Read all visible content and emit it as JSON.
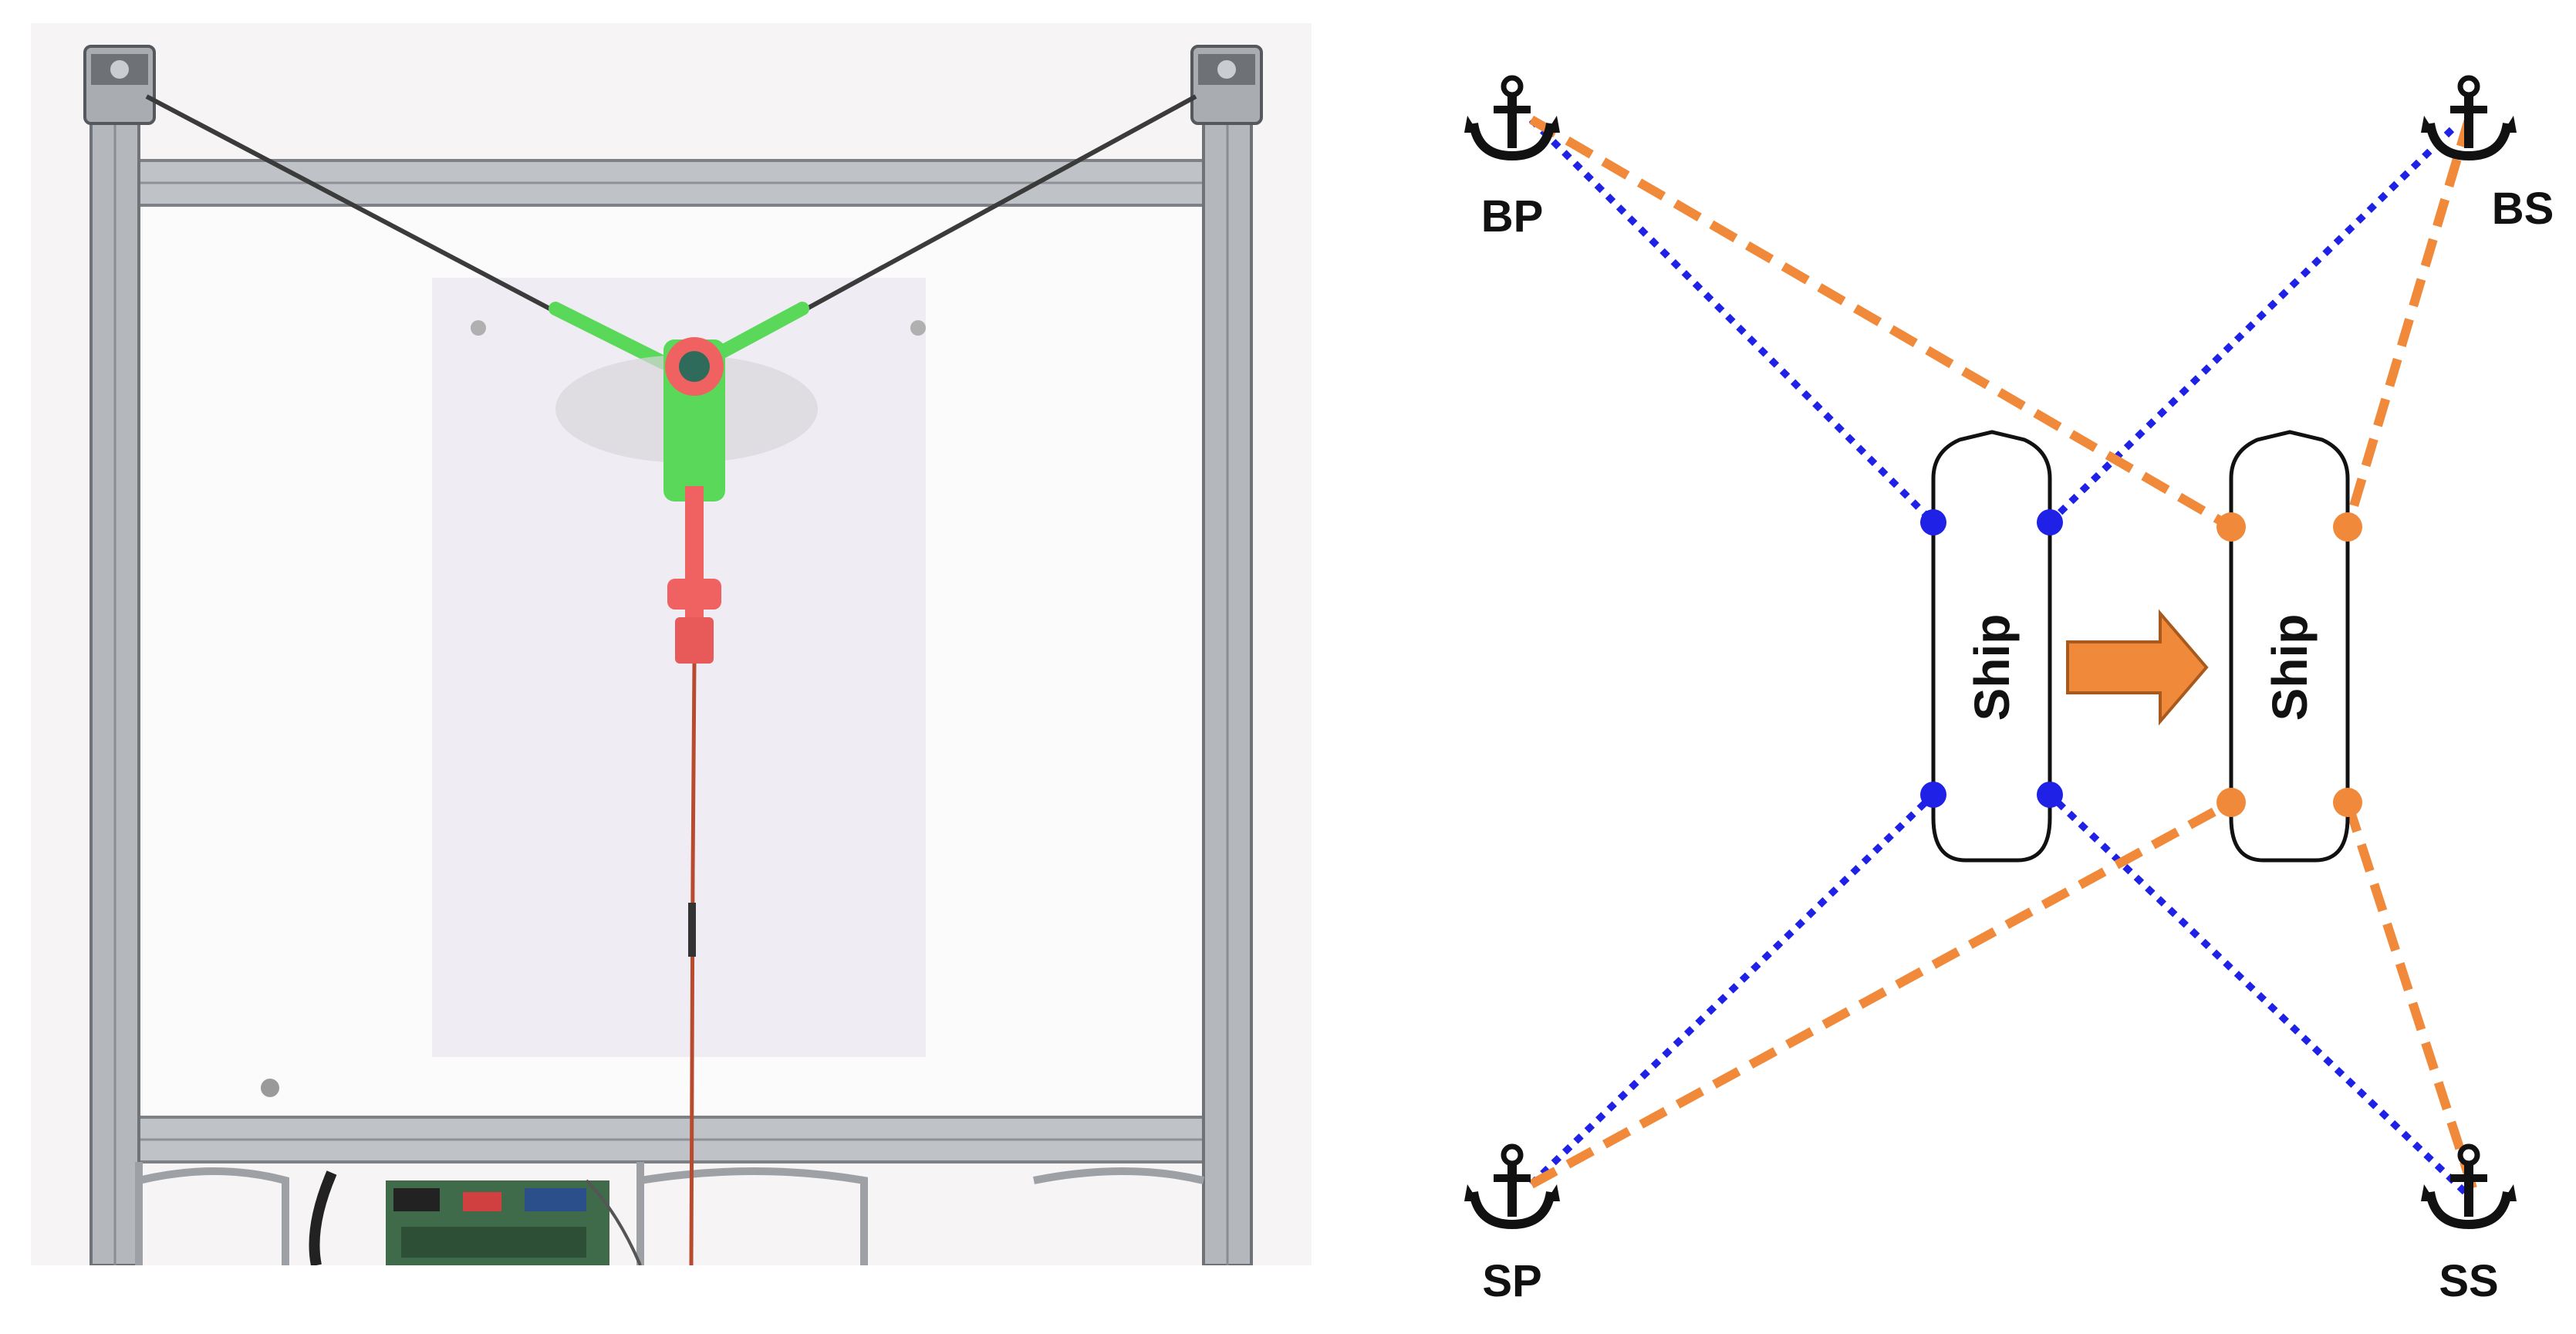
{
  "photo": {
    "description_icon": "cable-robot-photo-icon",
    "colors": {
      "wall": "#f6f4f5",
      "frame": "#b9bdc1",
      "frame_dark": "#7d8185",
      "board": "#fbfbfb",
      "paper": "#f0eef3",
      "cable": "#3b3b3b",
      "green_part": "#59d85a",
      "red_part": "#f06161",
      "wire": "#b84a2e"
    }
  },
  "diagram": {
    "anchors": [
      {
        "id": "bp",
        "label": "BP"
      },
      {
        "id": "bs",
        "label": "BS"
      },
      {
        "id": "sp",
        "label": "SP"
      },
      {
        "id": "ss",
        "label": "SS"
      }
    ],
    "ships": [
      {
        "id": "before",
        "label": "Ship"
      },
      {
        "id": "after",
        "label": "Ship"
      }
    ],
    "arrow_icon": "right-arrow-icon",
    "anchor_icon": "anchor-icon",
    "colors": {
      "before_lines": "#1f22e6",
      "after_lines": "#f08a3a",
      "arrow": "#f08a3a",
      "ship_outline": "#111111"
    }
  }
}
